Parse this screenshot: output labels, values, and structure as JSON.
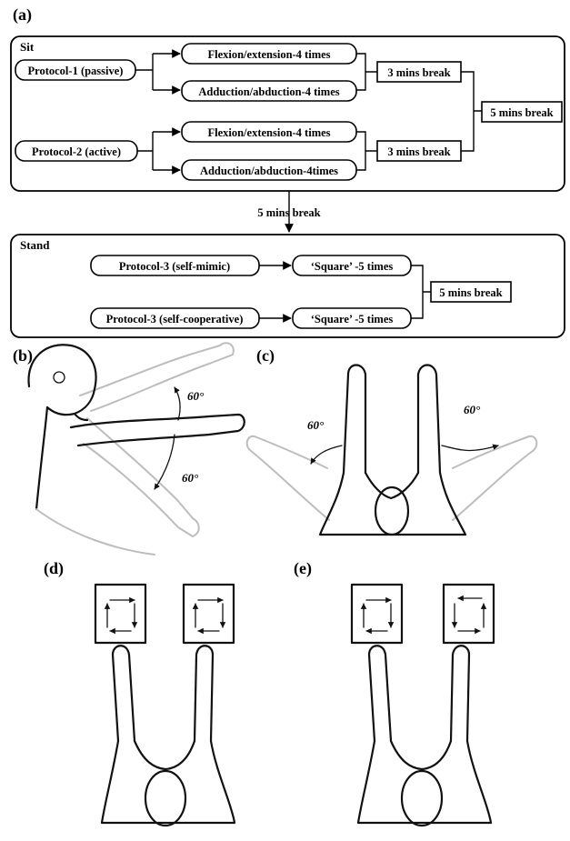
{
  "panels": {
    "a": "(a)",
    "b": "(b)",
    "c": "(c)",
    "d": "(d)",
    "e": "(e)"
  },
  "sit": {
    "label": "Sit",
    "protocol1": "Protocol-1 (passive)",
    "protocol2": "Protocol-2 (active)",
    "p1_flex": "Flexion/extension-4 times",
    "p1_add": "Adduction/abduction-4 times",
    "p2_flex": "Flexion/extension-4 times",
    "p2_add": "Adduction/abduction-4times",
    "break_small_1": "3 mins break",
    "break_small_2": "3 mins break",
    "break_big": "5 mins break"
  },
  "transition_break": "5 mins break",
  "stand": {
    "label": "Stand",
    "protocol3a": "Protocol-3 (self-mimic)",
    "protocol3b": "Protocol-3 (self-cooperative)",
    "square_a": "‘Square’ -5 times",
    "square_b": "‘Square’ -5 times",
    "break_big": "5 mins break"
  },
  "angles": {
    "b_upper": "60°",
    "b_lower": "60°",
    "c_left": "60°",
    "c_right": "60°"
  }
}
